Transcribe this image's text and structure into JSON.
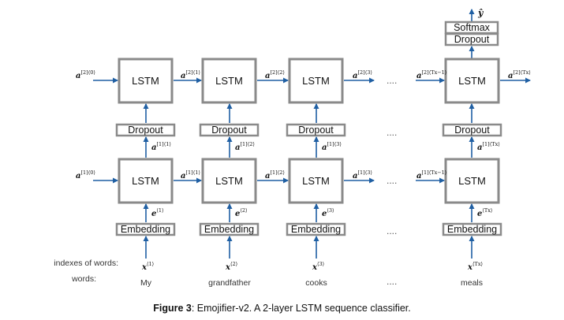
{
  "labels": {
    "lstm": "LSTM",
    "dropout": "Dropout",
    "embedding": "Embedding",
    "softmax": "Softmax",
    "y_hat": "ŷ",
    "dots": "....",
    "row_indexes": "indexes of words:",
    "row_words": "words:"
  },
  "columns": [
    {
      "word": "My",
      "x_sup": "⟨1⟩",
      "e_sup": "⟨1⟩",
      "a1_in": "[1]⟨0⟩",
      "a1_up": "[1]⟨1⟩",
      "a2_in": "[2]⟨0⟩"
    },
    {
      "word": "grandfather",
      "x_sup": "⟨2⟩",
      "e_sup": "⟨2⟩",
      "a1_in": "[1]⟨1⟩",
      "a1_up": "[1]⟨2⟩",
      "a2_in": "[2]⟨1⟩"
    },
    {
      "word": "cooks",
      "x_sup": "⟨3⟩",
      "e_sup": "⟨3⟩",
      "a1_in": "[1]⟨2⟩",
      "a1_up": "[1]⟨3⟩",
      "a2_in": "[2]⟨2⟩"
    },
    {
      "word": "meals",
      "x_sup": "⟨Tx⟩",
      "e_sup": "⟨Tx⟩",
      "a1_in": "[1]⟨Tx−1⟩",
      "a1_up": "[1]⟨Tx⟩",
      "a2_in": "[2]⟨Tx−1⟩"
    }
  ],
  "after_col3": {
    "a1": "[1]⟨3⟩",
    "a2": "[2]⟨3⟩"
  },
  "a2_out": "[2]⟨Tx⟩",
  "math_symbols": {
    "a": "a",
    "e": "e",
    "x": "x"
  },
  "caption": {
    "prefix": "Figure 3",
    "text": ": Emojifier-v2. A 2-layer LSTM sequence classifier."
  }
}
